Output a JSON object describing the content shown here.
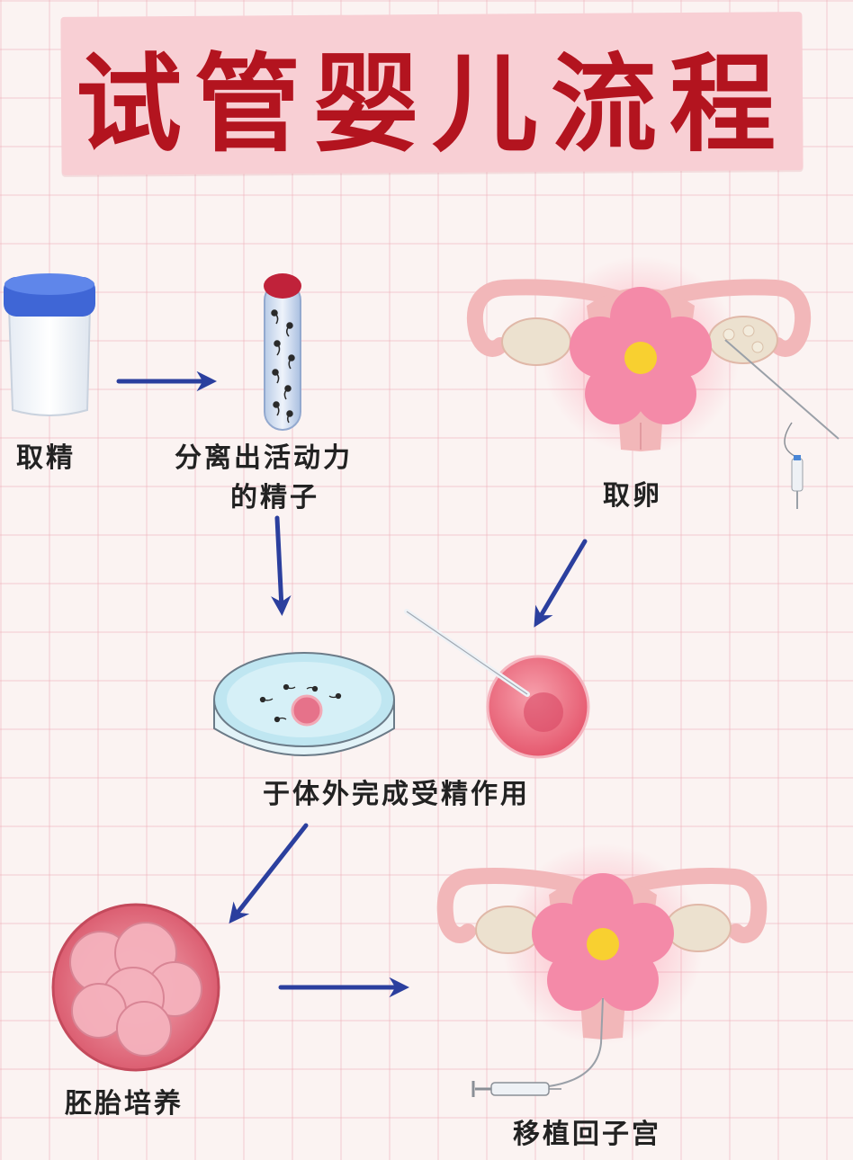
{
  "title": "试管婴儿流程",
  "steps": {
    "sperm_collection": "取精",
    "sperm_separation_line1": "分离出活动力",
    "sperm_separation_line2": "的精子",
    "egg_retrieval": "取卵",
    "fertilization": "于体外完成受精作用",
    "embryo_culture": "胚胎培养",
    "transfer": "移植回子宫"
  },
  "colors": {
    "title": "#b3141f",
    "banner": "#f8cfd4",
    "arrow": "#2b3f9e",
    "flower": "#f48aa8",
    "flower_center": "#f8d030",
    "embryo": "#e36b7e"
  },
  "icons": [
    "sample-cup-icon",
    "sperm-tube-icon",
    "uterus-icon",
    "petri-dish-icon",
    "egg-cell-icon",
    "embryo-icon",
    "syringe-icon"
  ]
}
